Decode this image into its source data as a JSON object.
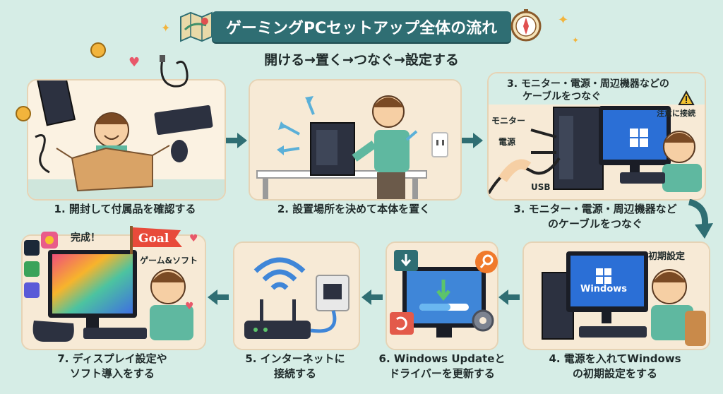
{
  "title": "ゲーミングPCセットアップ全体の流れ",
  "subtitle": "開ける→置く→つなぐ→設定する",
  "steps": [
    {
      "caption": "1. 開封して付属品を確認する"
    },
    {
      "caption": "2. 設置場所を決めて本体を置く"
    },
    {
      "caption_line1": "3. モニター・電源・周辺機器など",
      "caption_line2": "のケーブルをつなぐ",
      "header_line1": "3.  モニター・電源・周辺機器などの",
      "header_line2": "ケーブルをつなぐ",
      "label_monitor": "モニター",
      "label_power": "電源",
      "label_usb": "USB",
      "label_caution": "注意に接続"
    },
    {
      "caption_line1": "4. 電源を入れてWindows",
      "caption_line2": "の初期設定をする",
      "label_setup": "初期設定",
      "screen_text": "Windows"
    },
    {
      "caption_line1": "5. インターネットに",
      "caption_line2": "接続する"
    },
    {
      "caption_line1": "6. Windows Updateと",
      "caption_line2": "ドライバーを更新する"
    },
    {
      "caption_line1": "7. ディスプレイ設定や",
      "caption_line2": "ソフト導入をする",
      "label_done": "完成！",
      "flag_text": "Goal",
      "label_games": "ゲーム&ソフト"
    }
  ],
  "colors": {
    "banner": "#2f6e73",
    "background": "#d6ede6",
    "panel": "#fbf2e2",
    "arrow": "#2f6e73"
  }
}
